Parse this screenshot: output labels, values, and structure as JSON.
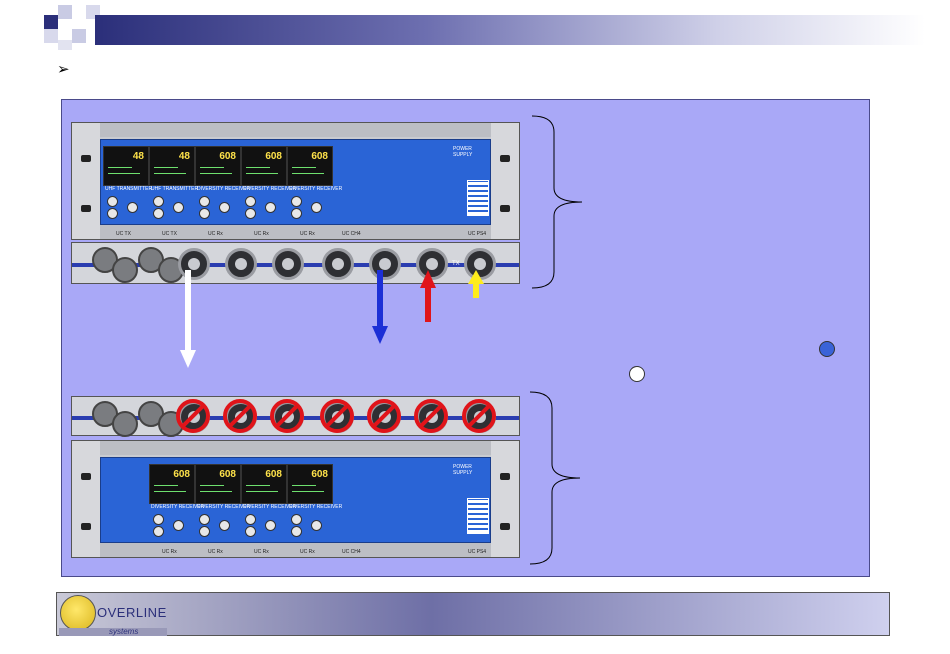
{
  "bullet": {
    "glyph": "➢"
  },
  "logo": {
    "name": "OVERLINE",
    "sub": "systems"
  },
  "top_rack": {
    "screens": [
      {
        "value": "48",
        "title": "UHF TRANSMITTER"
      },
      {
        "value": "48",
        "title": "UHF TRANSMITTER"
      },
      {
        "value": "608",
        "title": "DIVERSITY RECEIVER"
      },
      {
        "value": "608",
        "title": "DIVERSITY RECEIVER"
      },
      {
        "value": "608",
        "title": "DIVERSITY RECEIVER"
      }
    ],
    "bottom_labels": [
      "UC TX",
      "UC TX",
      "UC Rx",
      "UC Rx",
      "UC Rx",
      "UC CH4",
      "UC PS4"
    ],
    "power_label": "POWER SUPPLY"
  },
  "bottom_rack": {
    "screens": [
      {
        "value": "608",
        "title": "DIVERSITY RECEIVER"
      },
      {
        "value": "608",
        "title": "DIVERSITY RECEIVER"
      },
      {
        "value": "608",
        "title": "DIVERSITY RECEIVER"
      },
      {
        "value": "608",
        "title": "DIVERSITY RECEIVER"
      }
    ],
    "bottom_labels": [
      "UC Rx",
      "UC Rx",
      "UC Rx",
      "UC Rx",
      "UC CH4",
      "UC PS4"
    ],
    "power_label": "POWER SUPPLY"
  },
  "connector_tx_label": "TX",
  "colors": {
    "panel": "#a9a8f7",
    "arrow_white": "#ffffff",
    "arrow_blue": "#1c2fd6",
    "arrow_red": "#e0141a",
    "arrow_yellow": "#ffec1c",
    "dot_blue": "#3a63d8",
    "dot_white": "#ffffff"
  }
}
